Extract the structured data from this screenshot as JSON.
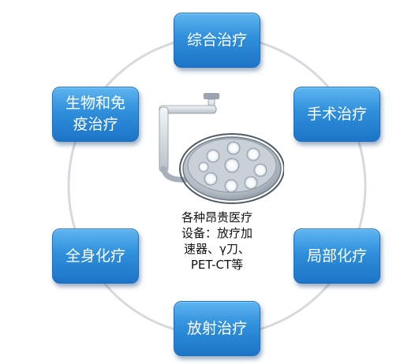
{
  "nodes": {
    "top": "综合治疗",
    "top_right": "手术治疗",
    "bottom_right": "局部化疗",
    "bottom": "放射治疗",
    "bottom_left": "全身化疗",
    "top_left_line1": "生物和免",
    "top_left_line2": "疫治疗"
  },
  "center": {
    "line1": "各种昂贵医疗",
    "line2": "设备：放疗加",
    "line3": "速器、γ刀、",
    "line4": "PET-CT等"
  },
  "colors": {
    "node_fill": "#2f8fdb",
    "ring": "#d6d9de",
    "text_dark": "#111111"
  },
  "icons": {
    "center_image": "surgical-lamp"
  }
}
